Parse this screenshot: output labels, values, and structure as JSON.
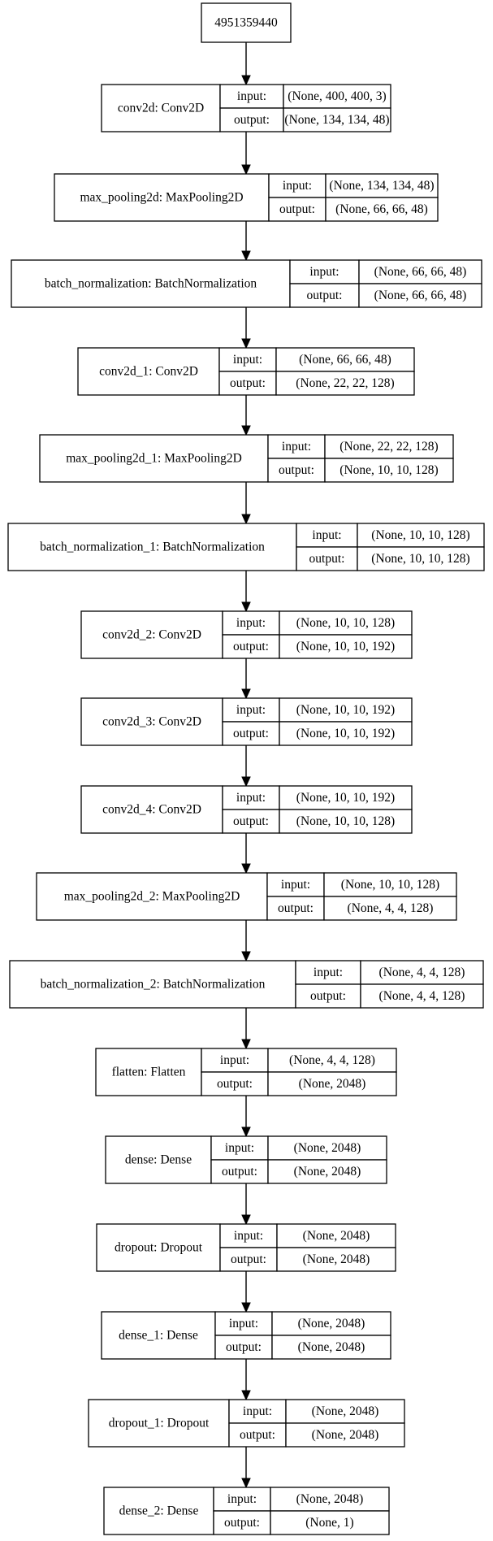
{
  "diagram": {
    "root": "4951359440",
    "layers": [
      {
        "name": "conv2d: Conv2D",
        "input_label": "input:",
        "input": "(None, 400, 400, 3)",
        "output_label": "output:",
        "output": "(None, 134, 134, 48)"
      },
      {
        "name": "max_pooling2d: MaxPooling2D",
        "input_label": "input:",
        "input": "(None, 134, 134, 48)",
        "output_label": "output:",
        "output": "(None, 66, 66, 48)"
      },
      {
        "name": "batch_normalization: BatchNormalization",
        "input_label": "input:",
        "input": "(None, 66, 66, 48)",
        "output_label": "output:",
        "output": "(None, 66, 66, 48)"
      },
      {
        "name": "conv2d_1: Conv2D",
        "input_label": "input:",
        "input": "(None, 66, 66, 48)",
        "output_label": "output:",
        "output": "(None, 22, 22, 128)"
      },
      {
        "name": "max_pooling2d_1: MaxPooling2D",
        "input_label": "input:",
        "input": "(None, 22, 22, 128)",
        "output_label": "output:",
        "output": "(None, 10, 10, 128)"
      },
      {
        "name": "batch_normalization_1: BatchNormalization",
        "input_label": "input:",
        "input": "(None, 10, 10, 128)",
        "output_label": "output:",
        "output": "(None, 10, 10, 128)"
      },
      {
        "name": "conv2d_2: Conv2D",
        "input_label": "input:",
        "input": "(None, 10, 10, 128)",
        "output_label": "output:",
        "output": "(None, 10, 10, 192)"
      },
      {
        "name": "conv2d_3: Conv2D",
        "input_label": "input:",
        "input": "(None, 10, 10, 192)",
        "output_label": "output:",
        "output": "(None, 10, 10, 192)"
      },
      {
        "name": "conv2d_4: Conv2D",
        "input_label": "input:",
        "input": "(None, 10, 10, 192)",
        "output_label": "output:",
        "output": "(None, 10, 10, 128)"
      },
      {
        "name": "max_pooling2d_2: MaxPooling2D",
        "input_label": "input:",
        "input": "(None, 10, 10, 128)",
        "output_label": "output:",
        "output": "(None, 4, 4, 128)"
      },
      {
        "name": "batch_normalization_2: BatchNormalization",
        "input_label": "input:",
        "input": "(None, 4, 4, 128)",
        "output_label": "output:",
        "output": "(None, 4, 4, 128)"
      },
      {
        "name": "flatten: Flatten",
        "input_label": "input:",
        "input": "(None, 4, 4, 128)",
        "output_label": "output:",
        "output": "(None, 2048)"
      },
      {
        "name": "dense: Dense",
        "input_label": "input:",
        "input": "(None, 2048)",
        "output_label": "output:",
        "output": "(None, 2048)"
      },
      {
        "name": "dropout: Dropout",
        "input_label": "input:",
        "input": "(None, 2048)",
        "output_label": "output:",
        "output": "(None, 2048)"
      },
      {
        "name": "dense_1: Dense",
        "input_label": "input:",
        "input": "(None, 2048)",
        "output_label": "output:",
        "output": "(None, 2048)"
      },
      {
        "name": "dropout_1: Dropout",
        "input_label": "input:",
        "input": "(None, 2048)",
        "output_label": "output:",
        "output": "(None, 2048)"
      },
      {
        "name": "dense_2: Dense",
        "input_label": "input:",
        "input": "(None, 2048)",
        "output_label": "output:",
        "output": "(None, 1)"
      }
    ]
  }
}
